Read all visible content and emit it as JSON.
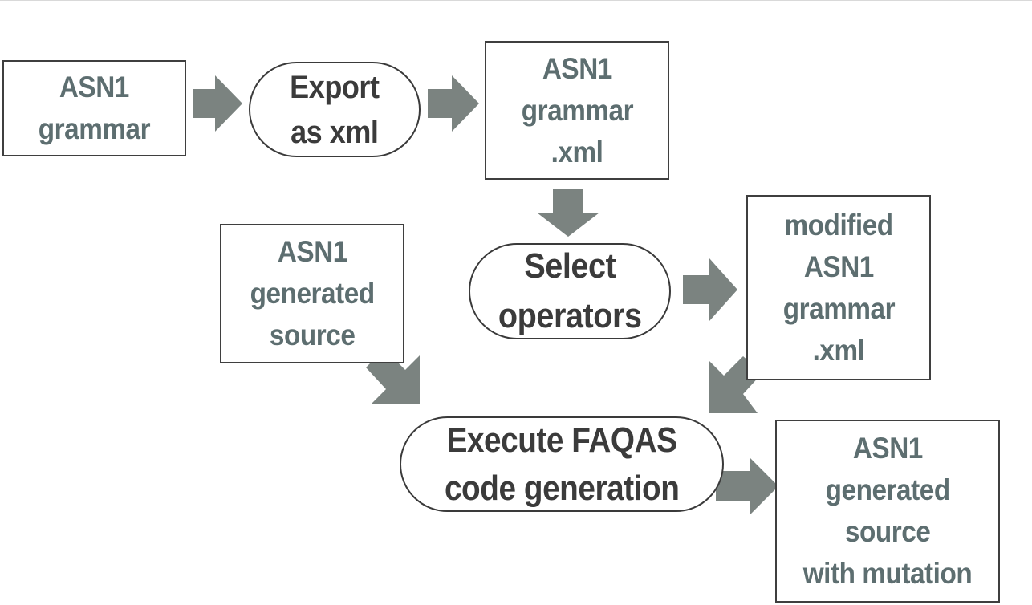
{
  "nodes": {
    "asn1_grammar": [
      "ASN1",
      "grammar"
    ],
    "export_xml": [
      "Export",
      "as xml"
    ],
    "grammar_xml": [
      "ASN1",
      "grammar",
      ".xml"
    ],
    "generated_source": [
      "ASN1",
      "generated",
      "source"
    ],
    "select_operators": [
      "Select",
      "operators"
    ],
    "modified_grammar": [
      "modified",
      "ASN1",
      "grammar",
      ".xml"
    ],
    "execute_generation": [
      "Execute FAQAS",
      "code generation"
    ],
    "mutated_source": [
      "ASN1",
      "generated",
      "source",
      "with mutation"
    ]
  },
  "colors": {
    "arrow": "#7b8380",
    "box_text": "#5d6e70",
    "pill_text": "#3b3b3b",
    "border": "#3f3f3f"
  }
}
